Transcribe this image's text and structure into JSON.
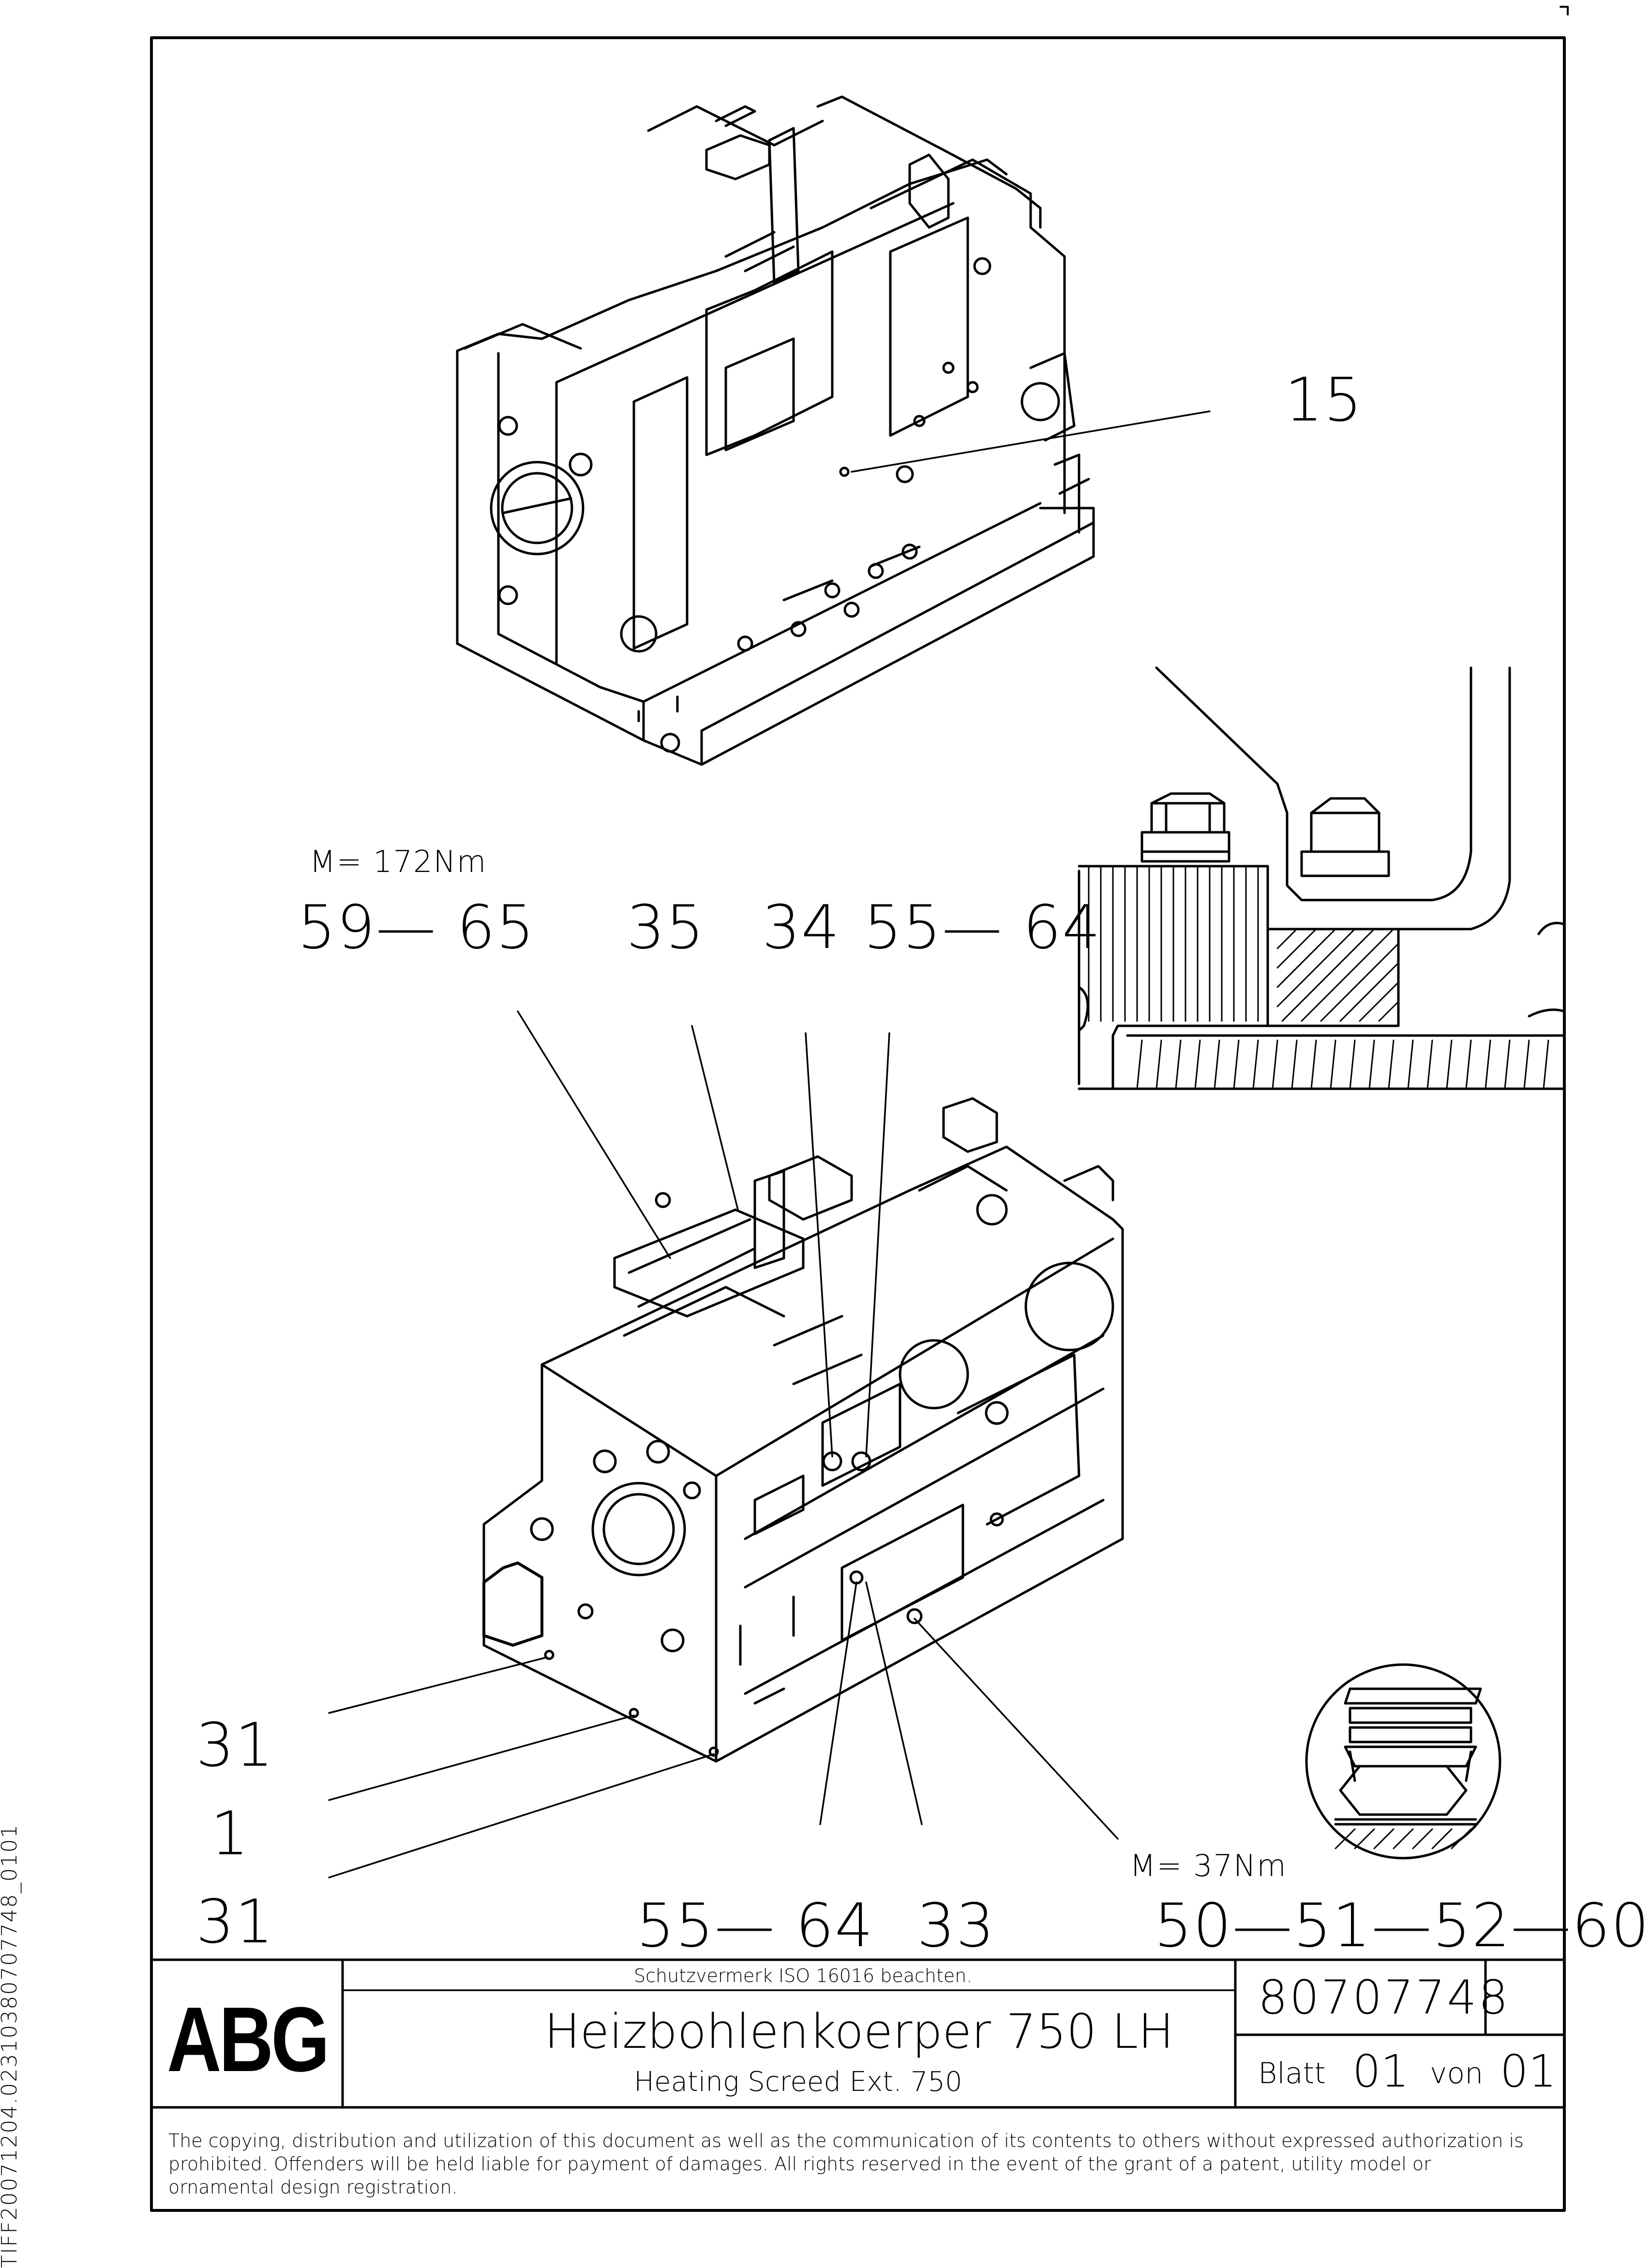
{
  "side_label": "TIFF20071204.02310380707748_0101",
  "callouts": {
    "torque_top": "M= 172Nm",
    "c_59_65": "59— 65",
    "c_35": "35",
    "c_34": "34",
    "c_55_64_top": "55— 64",
    "c_15": "15",
    "c_31_a": "31",
    "c_1": "1",
    "c_31_b": "31",
    "c_55_64_bottom": "55— 64",
    "c_33": "33",
    "torque_bottom": "M= 37Nm",
    "c_50_60": "50—51—52—60"
  },
  "title_block": {
    "logo": "ABG",
    "protection_note": "Schutzvermerk ISO 16016 beachten.",
    "title_de": "Heizbohlenkoerper 750 LH",
    "title_en": "Heating Screed Ext. 750",
    "part_number": "80707748",
    "sheet_label": "Blatt",
    "sheet_number": "01",
    "of_label": "von",
    "sheet_total": "01"
  },
  "copyright": "The copying, distribution and utilization of this document as well as the communication of its contents to others without expressed authorization is prohibited. Offenders will be held liable for payment of damages. All rights reserved in the event of the grant of a patent, utility model or ornamental design registration."
}
